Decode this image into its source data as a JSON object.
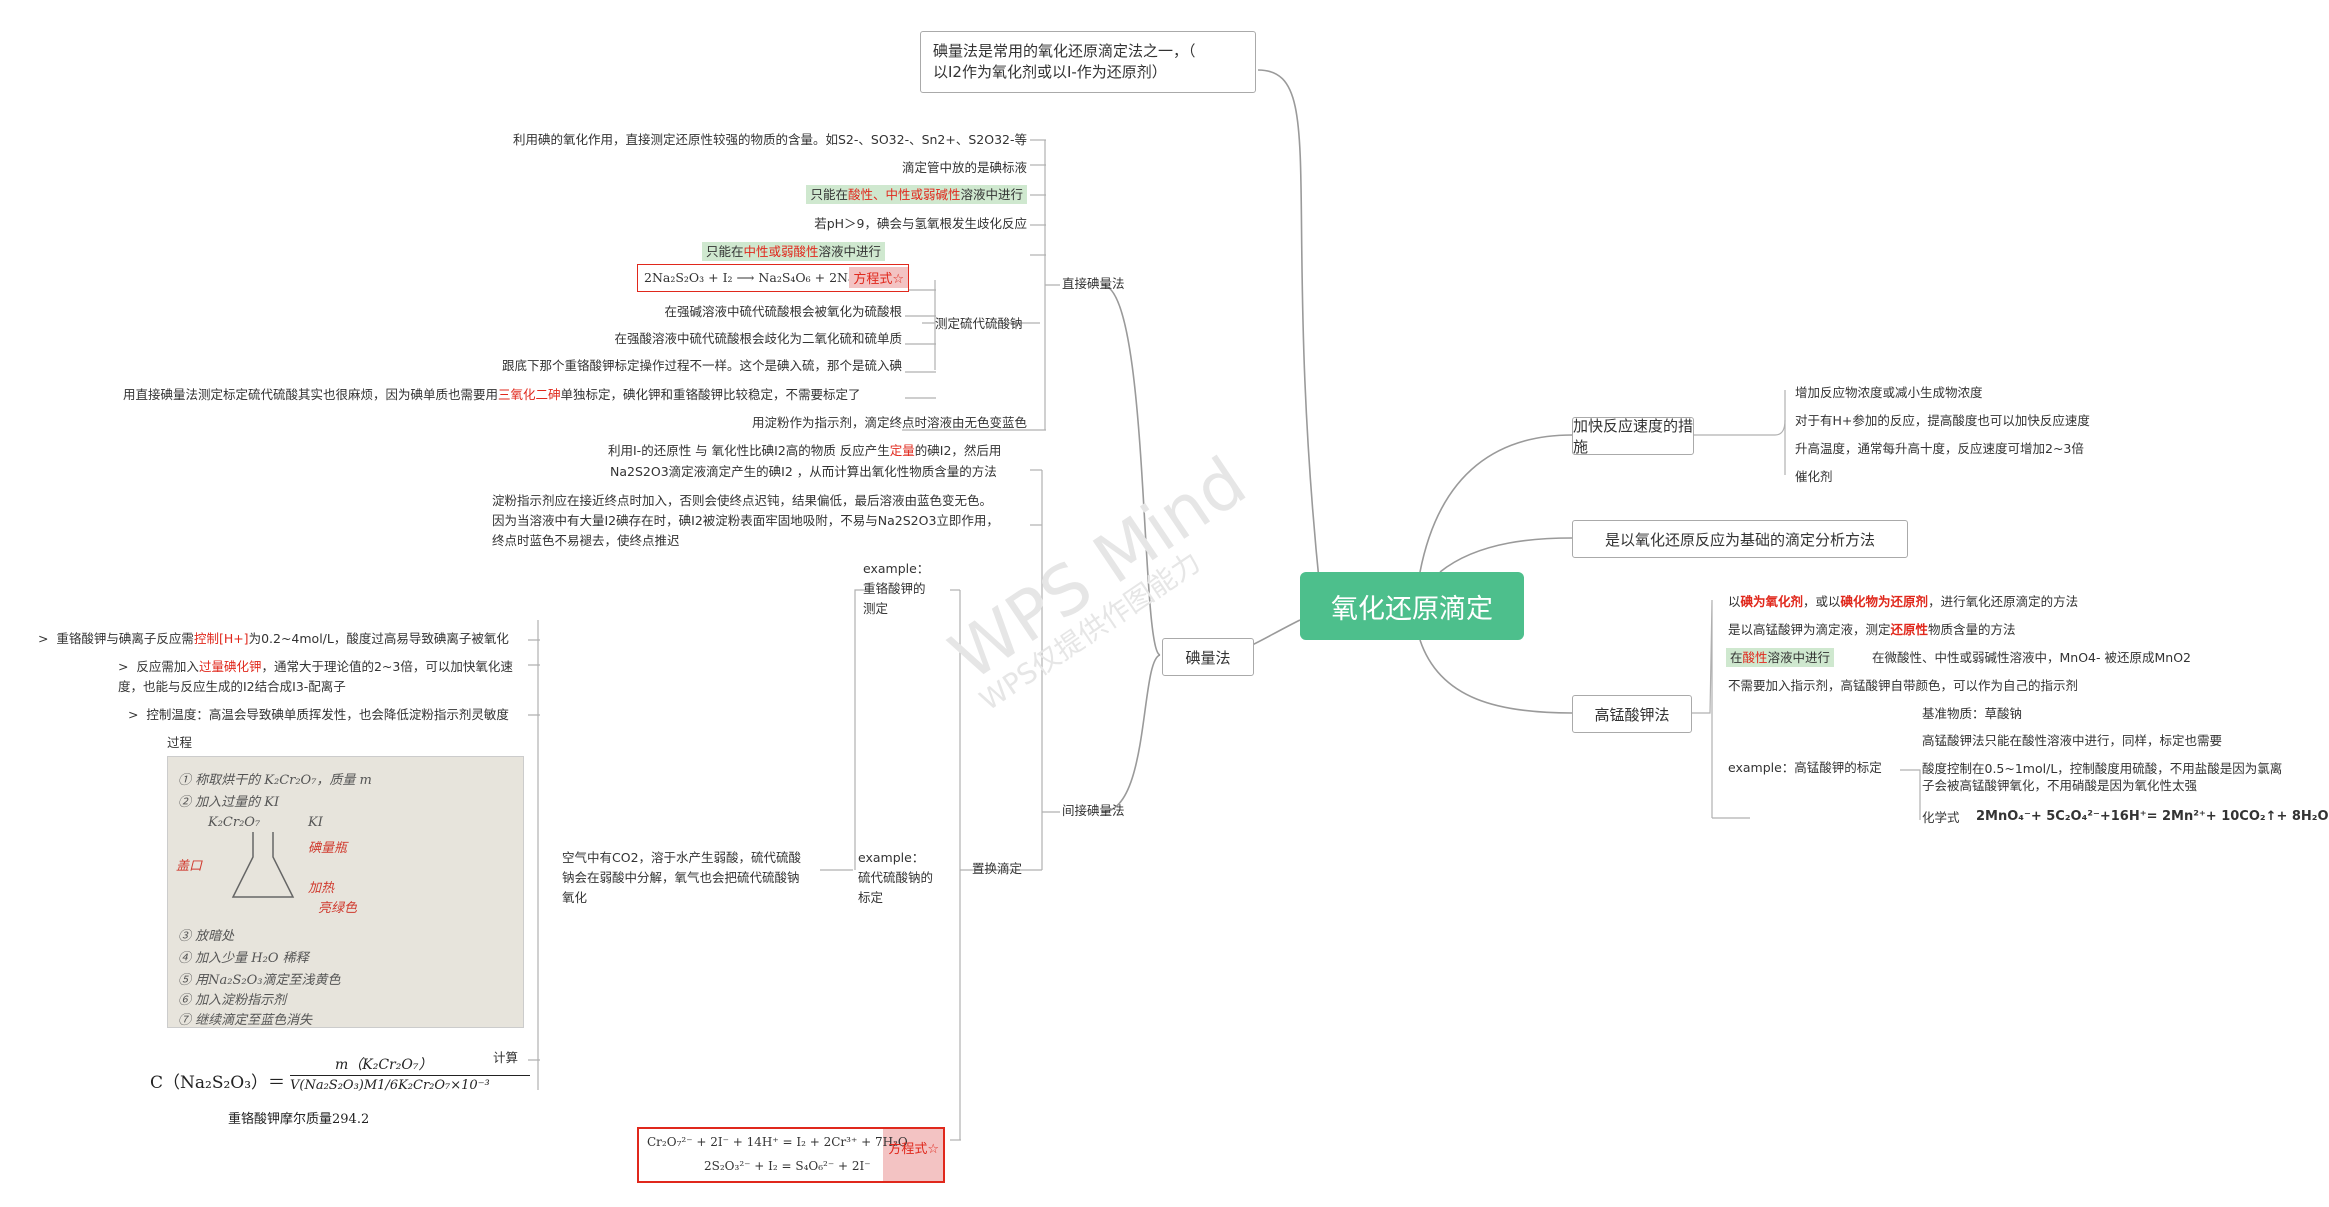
{
  "watermark": {
    "line1": "WPS Mind",
    "line2": "WPS仅提供作图能力"
  },
  "root": "氧化还原滴定",
  "intro": {
    "line1": "碘量法是常用的氧化还原滴定法之一，（",
    "line2": "以I2作为氧化剂或以I-作为还原剂）"
  },
  "right": {
    "speed": {
      "label": "加快反应速度的措施",
      "items": [
        "增加反应物浓度或减小生成物浓度",
        "对于有H+参加的反应，提高酸度也可以加快反应速度",
        "升高温度，通常每升高十度，反应速度可增加2~3倍",
        "催化剂"
      ]
    },
    "basis": "是以氧化还原反应为基础的滴定分析方法",
    "kmno4": {
      "label": "高锰酸钾法",
      "def_a": "以",
      "def_b": "碘为氧化剂",
      "def_c": "，或以",
      "def_d": "碘化物为还原剂",
      "def_e": "，进行氧化还原滴定的方法",
      "std_a": "是以高锰酸钾为滴定液，测定",
      "std_b": "还原性",
      "std_c": "物质含量的方法",
      "acid_a": "在",
      "acid_b": "酸性",
      "acid_c": "溶液中进行",
      "acid_note": "在微酸性、中性或弱碱性溶液中，MnO4- 被还原成MnO2",
      "indicator": "不需要加入指示剂，高锰酸钾自带颜色，可以作为自己的指示剂",
      "example": "example：高锰酸钾的标定",
      "ex_items": [
        "基准物质：草酸钠",
        "高锰酸钾法只能在酸性溶液中进行，同样，标定也需要",
        "酸度控制在0.5~1mol/L，控制酸度用硫酸，不用盐酸是因为氯离子会被高锰酸钾氧化，不用硝酸是因为氧化性太强"
      ],
      "chem_label": "化学式",
      "chem": "2MnO₄⁻+ 5C₂O₄²⁻+16H⁺= 2Mn²⁺+ 10CO₂↑+ 8H₂O"
    }
  },
  "iodo": {
    "label": "碘量法",
    "direct": {
      "label": "直接碘量法",
      "items": [
        "利用碘的氧化作用，直接测定还原性较强的物质的含量。如S2-、SO32-、Sn2+、S2O32-等",
        "滴定管中放的是碘标液"
      ],
      "only_a": "只能在",
      "only_b": "酸性、中性或弱碱性",
      "only_c": "溶液中进行",
      "ph": "若pH＞9，碘会与氢氧根发生歧化反应",
      "thio": {
        "label": "测定硫代硫酸钠",
        "only_a": "只能在",
        "only_b": "中性或弱酸性",
        "only_c": "溶液中进行",
        "eq": "2Na₂S₂O₃ + I₂ ⟶ Na₂S₄O₆ + 2NaI",
        "eq_tag": "方程式☆",
        "items": [
          "在强碱溶液中硫代硫酸根会被氧化为硫酸根",
          "在强酸溶液中硫代硫酸根会歧化为二氧化硫和硫单质",
          "跟底下那个重铬酸钾标定操作过程不一样。这个是碘入硫，那个是硫入碘"
        ],
        "long_a": "用直接碘量法测定标定硫代硫酸其实也很麻烦，因为碘单质也需要用",
        "long_b": "三氧化二砷",
        "long_c": "单独标定，碘化钾和重铬酸钾比较稳定，不需要标定了"
      },
      "starch": "用淀粉作为指示剂，滴定终点时溶液由无色变蓝色"
    },
    "indirect": {
      "label": "间接碘量法",
      "p1_a": "利用I-的还原性 与 氧化性比碘I2高的物质 反应产生",
      "p1_b": "定量",
      "p1_c": "的碘I2，然后用",
      "p1_d": "Na2S2O3滴定液滴定产生的碘I2 ，从而计算出氧化性物质含量的方法",
      "p2": [
        "淀粉指示剂应在接近终点时加入，否则会使终点迟钝，结果偏低，最后溶液由蓝色变无色。",
        "因为当溶液中有大量I2碘存在时，碘I2被淀粉表面牢固地吸附，不易与Na2S2O3立即作用，",
        "终点时蓝色不易褪去，使终点推迟"
      ],
      "ex1": [
        "example：",
        "重铬酸钾的",
        "测定"
      ],
      "ex1_a": "重铬酸钾与碘离子反应需",
      "ex1_b": "控制[H+]",
      "ex1_c": "为0.2~4mol/L，酸度过高易导致碘离子被氧化",
      "ex2_a": "反应需加入",
      "ex2_b": "过量碘化钾",
      "ex2_c": "，通常大于理论值的2~3倍，可以加快氧化速",
      "ex2_d": "度，也能与反应生成的I2结合成I3-配离子",
      "ex3": "控制温度：高温会导致碘单质挥发性，也会降低淀粉指示剂灵敏度",
      "process": "过程",
      "calc": "计算",
      "formula_left": "C（Na₂S₂O₃）＝",
      "formula_num": "m（K₂Cr₂O₇）",
      "formula_den": "V(Na₂S₂O₃)M1/6K₂Cr₂O₇×10⁻³",
      "formula_note": "重铬酸钾摩尔质量294.2",
      "replace": "置换滴定",
      "ex2_label": [
        "example：",
        "硫代硫酸钠的",
        "标定"
      ],
      "co2": [
        "空气中有CO2，溶于水产生弱酸，硫代硫酸",
        "钠会在弱酸中分解，氧气也会把硫代硫酸钠",
        "氧化"
      ],
      "eqbox1": "Cr₂O₇²⁻ + 2I⁻ + 14H⁺ = I₂ + 2Cr³⁺ + 7H₂O",
      "eqbox2": "2S₂O₃²⁻ + I₂ = S₄O₆²⁻ + 2I⁻",
      "eqbox_tag": "方程式☆"
    }
  },
  "handwriting": {
    "steps": [
      "① 称取烘干的 K₂Cr₂O₇，质量 m",
      "② 加入过量的 KI",
      "③ 放暗处",
      "④ 加入少量 H₂O 稀释",
      "⑤ 用Na₂S₂O₃滴定至浅黄色",
      "⑥ 加入淀粉指示剂",
      "⑦ 继续滴定至蓝色消失"
    ],
    "notes": [
      "K₂Cr₂O₇",
      "碘量瓶",
      "盖口",
      "KI",
      "加热",
      "亮绿色"
    ]
  }
}
